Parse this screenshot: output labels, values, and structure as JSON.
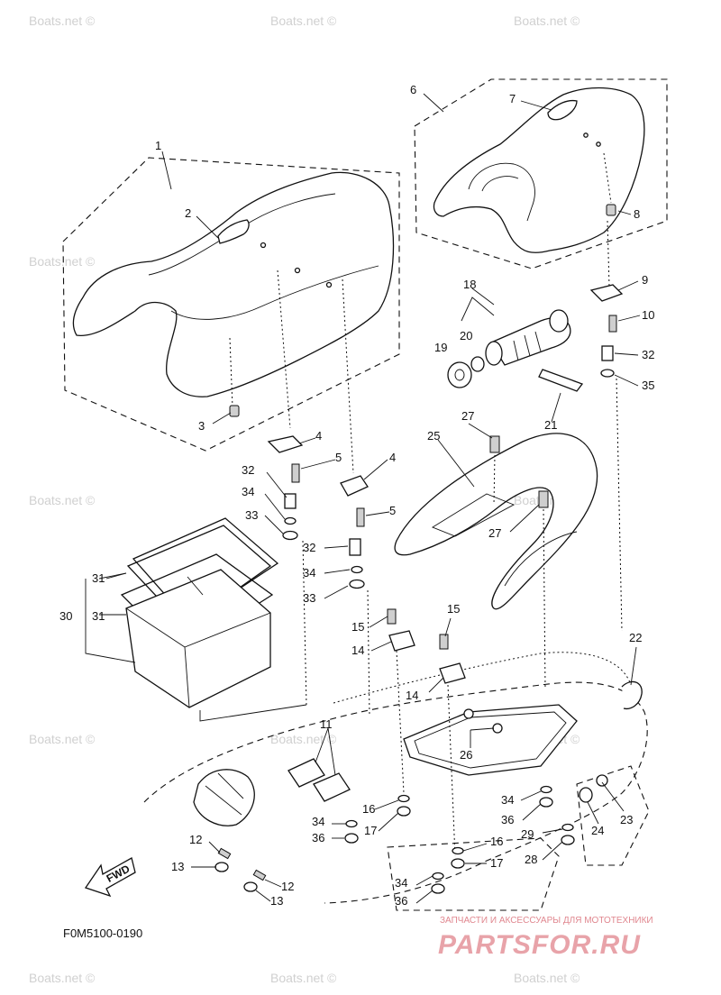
{
  "watermark": "Boats.net ©",
  "diagram_code": "F0M5100-0190",
  "fwd_label": "FWD",
  "brand": {
    "tagline": "ЗАПЧАСТИ И АКСЕССУАРЫ ДЛЯ МОТОТЕХНИКИ",
    "name": "PARTSFOR.RU"
  },
  "callouts": [
    "1",
    "2",
    "3",
    "4",
    "4",
    "5",
    "5",
    "6",
    "7",
    "8",
    "9",
    "10",
    "11",
    "12",
    "12",
    "13",
    "13",
    "14",
    "14",
    "15",
    "15",
    "16",
    "16",
    "17",
    "17",
    "18",
    "19",
    "20",
    "21",
    "22",
    "23",
    "24",
    "25",
    "26",
    "27",
    "27",
    "28",
    "29",
    "30",
    "31",
    "31",
    "32",
    "32",
    "32",
    "33",
    "33",
    "34",
    "34",
    "34",
    "34",
    "34",
    "35",
    "36",
    "36",
    "36"
  ],
  "colors": {
    "line": "#111111",
    "watermark": "#d0d0d0",
    "brand": "#e8a3a9"
  }
}
